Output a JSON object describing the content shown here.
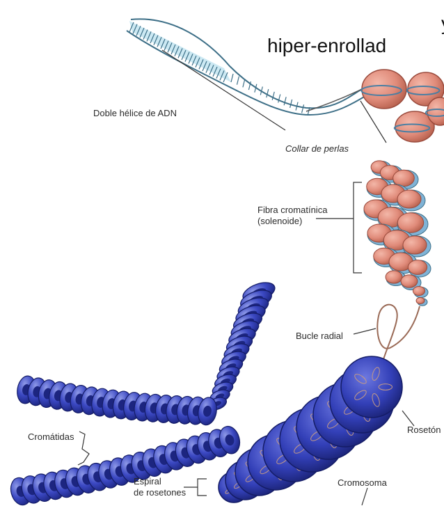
{
  "title": {
    "line1": "y",
    "line2": "hiper-enrollad"
  },
  "labels": {
    "dna_helix": "Doble hélice de ADN",
    "pearl_necklace": "Collar de perlas",
    "chromatin_fiber_line1": "Fibra cromatínica",
    "chromatin_fiber_line2": "(solenoide)",
    "radial_loop": "Bucle radial",
    "rosette": "Rosetón",
    "chromatids": "Cromátidas",
    "rosette_spiral_line1": "Espiral",
    "rosette_spiral_line2": "de rosetones",
    "chromosome": "Cromosoma"
  },
  "colors": {
    "helix_fill": "#bfe3f0",
    "helix_stroke": "#3d6f87",
    "nucleosome_fill": "#e08b7a",
    "nucleosome_stroke": "#9a4a3c",
    "fiber_blue": "#7fb3d6",
    "chromatid_blue": "#4a56b8",
    "chromatid_dark": "#1f2a7a",
    "rosette_blue": "#3b48c2",
    "loop_brown": "#9a6a56",
    "label_text": "#2a2a2a"
  }
}
